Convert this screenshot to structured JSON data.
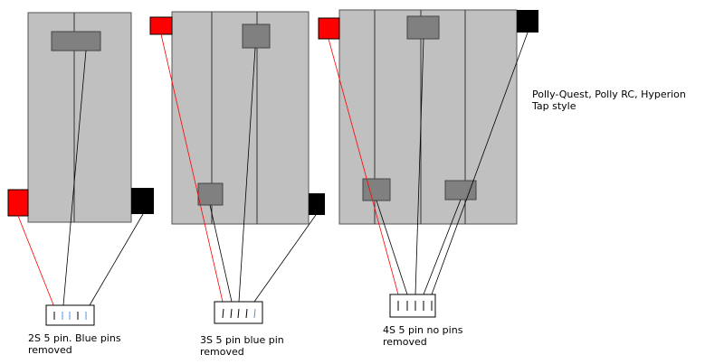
{
  "colors": {
    "cell": "#c0c0c0",
    "tab": "#808080",
    "positive": "#ff0000",
    "negative": "#000000",
    "blue_pin": "#5a8fd8",
    "outline": "#555555"
  },
  "note": {
    "line1": "Polly-Quest, Polly RC, Hyperion",
    "line2": "Tap style"
  },
  "packs": [
    {
      "name": "2S",
      "caption_line1": "2S 5 pin. Blue pins",
      "caption_line2": "removed",
      "cells": 2,
      "pin_colors": [
        "black",
        "blue",
        "blue",
        "black",
        "blue"
      ]
    },
    {
      "name": "3S",
      "caption_line1": "3S 5 pin blue pin",
      "caption_line2": "removed",
      "cells": 3,
      "pin_colors": [
        "black",
        "black",
        "black",
        "black",
        "blue"
      ]
    },
    {
      "name": "4S",
      "caption_line1": "4S 5 pin no pins",
      "caption_line2": "removed",
      "cells": 4,
      "pin_colors": [
        "black",
        "black",
        "black",
        "black",
        "black"
      ]
    }
  ]
}
